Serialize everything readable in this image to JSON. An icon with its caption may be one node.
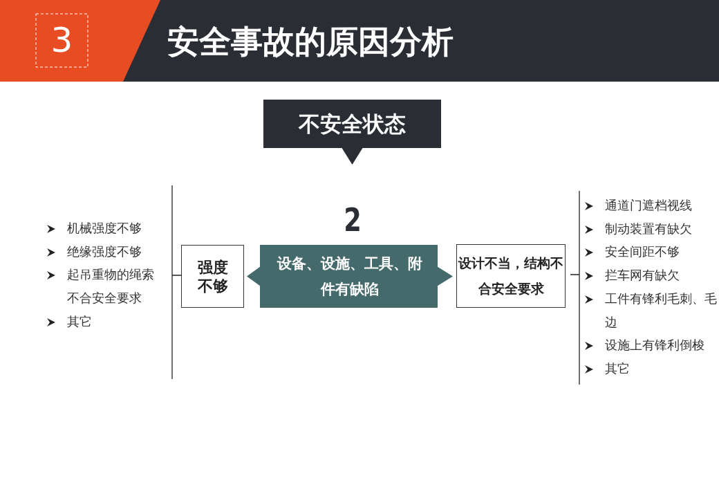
{
  "diagram": {
    "title": "安全事故的原因分析",
    "nodes": [
      {
        "text": [
          "不安全状态"
        ]
      },
      {
        "text": [
          "设备、设施、工具、附件有缺陷"
        ]
      },
      {
        "text": [
          "强度不够"
        ]
      },
      {
        "text": [
          "设计不当，结构不合安全要求"
        ]
      }
    ],
    "edges": [],
    "labels": [
      "3",
      "2",
      "机械强度不够",
      "绝缘强度不够",
      "起吊重物的绳索不合安全要求",
      "其它",
      "通道门遮档视线",
      "制动装置有缺欠",
      "安全间距不够",
      "拦车网有缺欠",
      "工件有锋利毛刺、毛边",
      "设施上有锋利倒梭",
      "其它"
    ]
  }
}
